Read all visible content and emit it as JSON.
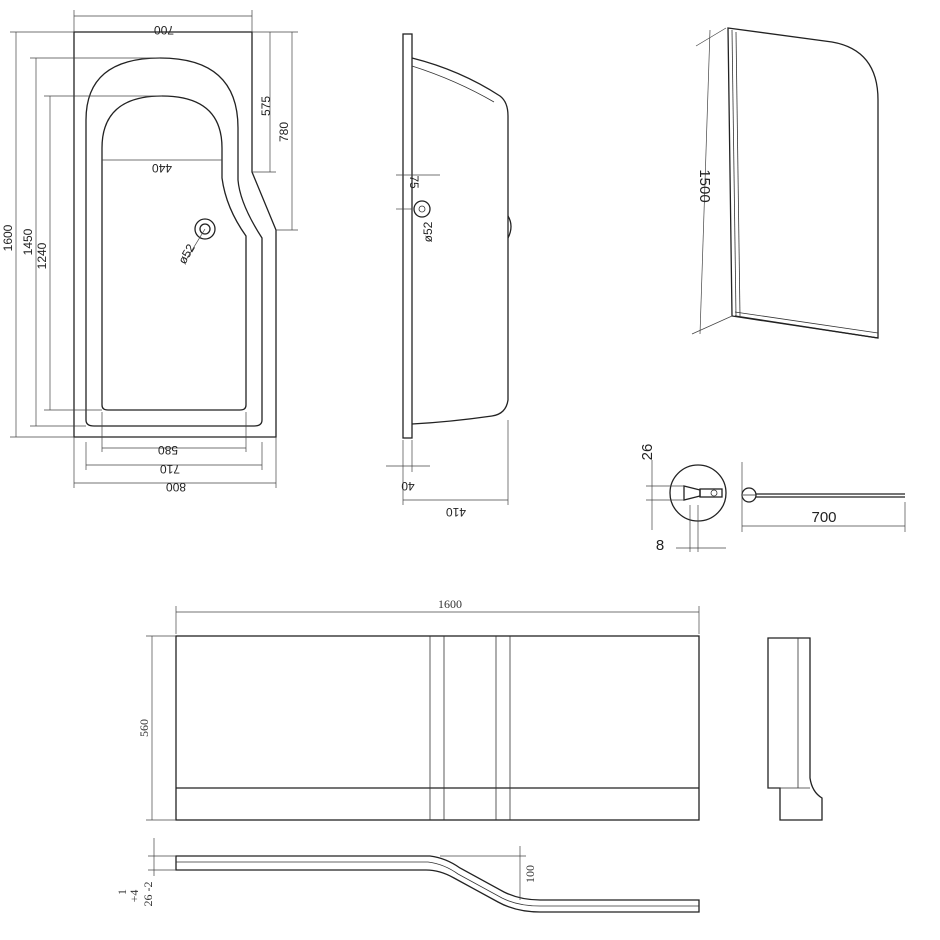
{
  "bath_plan": {
    "width_top": "700",
    "length_total": "1600",
    "length_outer": "1450",
    "length_inner": "1240",
    "rim_to_step": "575",
    "rim_to_step_outer": "780",
    "inner_width": "440",
    "waste_dia": "ø52",
    "bottom_580": "580",
    "bottom_710": "710",
    "bottom_800": "800"
  },
  "bath_side": {
    "offset_75": "75",
    "waste_dia": "ø52",
    "rim_40": "40",
    "depth_410": "410"
  },
  "screen": {
    "height_1500": "1500",
    "hinge_26": "26",
    "hinge_8": "8",
    "width_700": "700"
  },
  "front_panel": {
    "length_1600": "1600",
    "height_560": "560",
    "offset_100": "100",
    "tol_1": "1",
    "tol_4": "+4",
    "tol_26": "26 -2"
  }
}
